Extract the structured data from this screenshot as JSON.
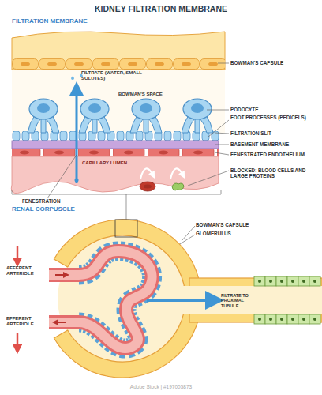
{
  "diagram": {
    "title": "KIDNEY FILTRATION MEMBRANE",
    "labels": [
      "FILTRATION MEMBRANE",
      "BOWMAN'S CAPSULE",
      "FILTRATE (WATER, SMALL SOLUTES)",
      "BOWMAN'S SPACE",
      "PODOCYTE",
      "FOOT PROCESSES (PEDICELS)",
      "FILTRATION SLIT",
      "BASEMENT MEMBRANE",
      "FENESTRATED ENDOTHELIUM",
      "CAPILLARY LUMEN",
      "BLOCKED: BLOOD CELLS AND LARGE PROTEINS",
      "FENESTRATION",
      "RENAL CORPUSCLE",
      "BOWMAN'S CAPSULE",
      "GLOMERULUS",
      "AFFERENT ARTERIOLE",
      "EFFERENT ARTERIOLE",
      "FILTRATE TO PROXIMAL TUBULE",
      "Adobe Stock | #197005873"
    ]
  }
}
